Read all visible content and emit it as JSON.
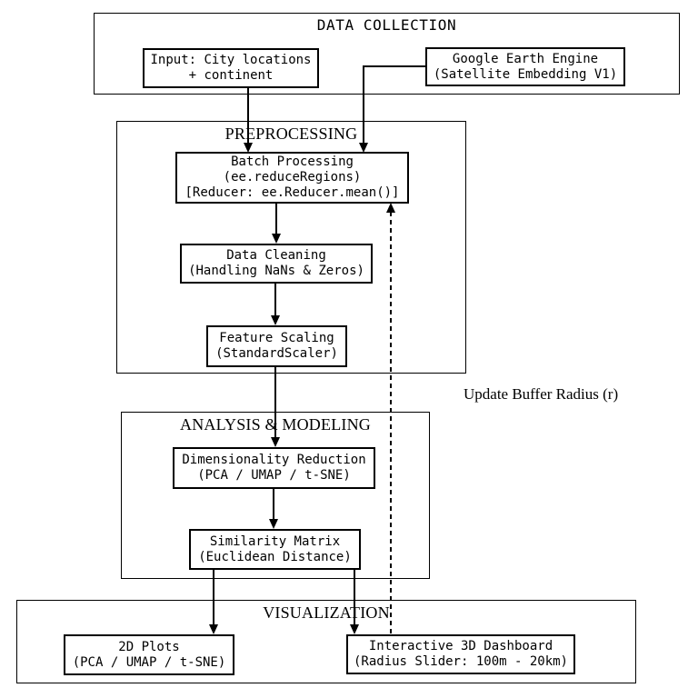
{
  "diagram": {
    "background_color": "#ffffff",
    "line_color": "#000000",
    "containers": {
      "data_collection": {
        "title": "DATA COLLECTION"
      },
      "preprocessing": {
        "title": "PREPROCESSING"
      },
      "analysis": {
        "title": "ANALYSIS & MODELING"
      },
      "visualization": {
        "title": "VISUALIZATION"
      }
    },
    "nodes": {
      "input": {
        "line1": "Input: City locations",
        "line2": "+ continent"
      },
      "gee": {
        "line1": "Google Earth Engine",
        "line2": "(Satellite Embedding V1)"
      },
      "batch": {
        "line1": "Batch Processing",
        "line2": "(ee.reduceRegions)",
        "line3": "[Reducer: ee.Reducer.mean()]"
      },
      "cleaning": {
        "line1": "Data Cleaning",
        "line2": "(Handling NaNs & Zeros)"
      },
      "scaling": {
        "line1": "Feature Scaling",
        "line2": "(StandardScaler)"
      },
      "dimred": {
        "line1": "Dimensionality Reduction",
        "line2": "(PCA / UMAP / t-SNE)"
      },
      "simmatrix": {
        "line1": "Similarity Matrix",
        "line2": "(Euclidean Distance)"
      },
      "plots2d": {
        "line1": "2D Plots",
        "line2": "(PCA / UMAP / t-SNE)"
      },
      "dashboard": {
        "line1": "Interactive 3D Dashboard",
        "line2": "(Radius Slider: 100m - 20km)"
      }
    },
    "edge_labels": {
      "feedback": "Update Buffer Radius (r)"
    }
  }
}
